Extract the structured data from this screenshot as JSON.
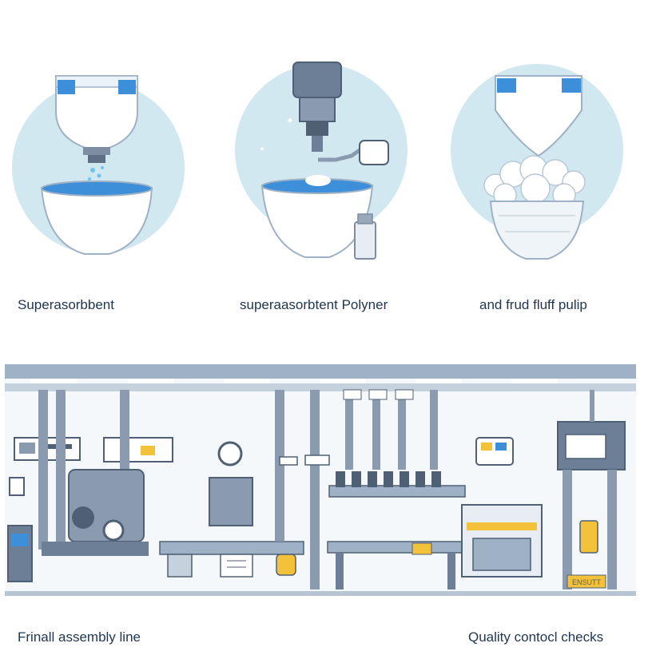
{
  "captions": {
    "step1": "Superasorbbent",
    "step2": "superaasorbtent Polyner",
    "step3": "and  frud fluff pulip",
    "assembly": "Frinall assembly line",
    "quality": "Quality contocl checks"
  },
  "machine_label": "ENSUTT",
  "colors": {
    "circle": "#d2e8f1",
    "bowl": "#ffffff",
    "accent_blue": "#3c8fd8",
    "steel": "#8a9bb0",
    "dark_steel": "#4f6075",
    "yellow": "#f3c13a",
    "caption_text": "#1f3550"
  }
}
